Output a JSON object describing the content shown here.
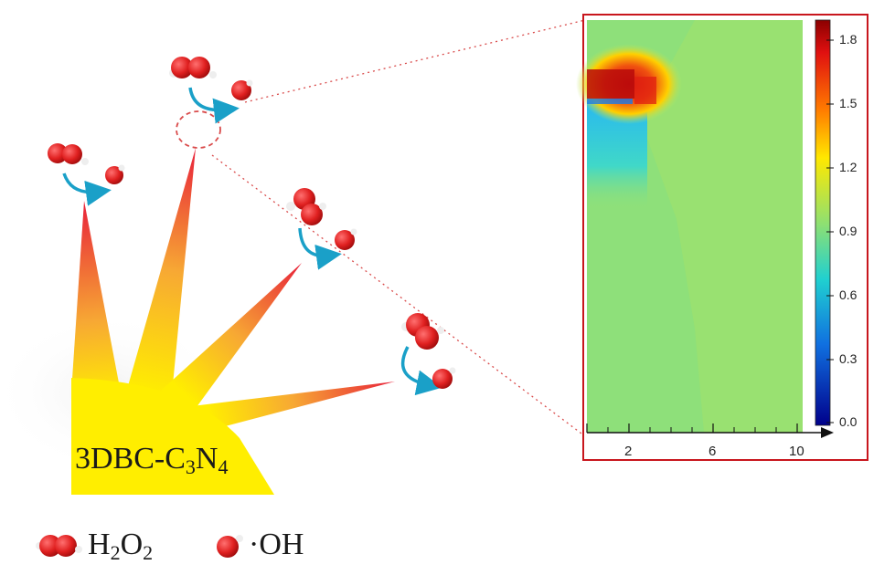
{
  "material_label": {
    "prefix": "3DBC-C",
    "sub1": "3",
    "mid": "N",
    "sub2": "4"
  },
  "legend": {
    "h2o2": {
      "prefix": "H",
      "sub1": "2",
      "mid": "O",
      "sub2": "2"
    },
    "oh": "·OH"
  },
  "colorbar": {
    "ticks": [
      "1.8",
      "1.5",
      "1.2",
      "0.9",
      "0.6",
      "0.3",
      "0.0"
    ],
    "range": [
      0.0,
      1.9
    ]
  },
  "x_axis": {
    "ticks": [
      "2",
      "6",
      "10"
    ]
  },
  "colors": {
    "molecule_red": "#e02020",
    "arrow_teal": "#1aa0c8",
    "sun_yellow": "#ffee00",
    "frame_red": "#c8161d",
    "field_green": "#8ee07a"
  }
}
